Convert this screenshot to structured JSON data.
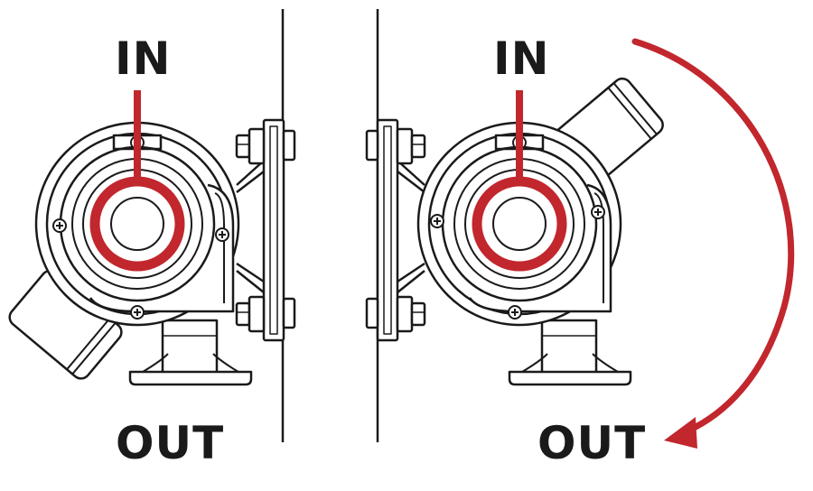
{
  "labels": {
    "left_in": "IN",
    "left_out": "OUT",
    "right_in": "IN",
    "right_out": "OUT"
  },
  "colors": {
    "line": "#1a1a1a",
    "accent": "#c1272d",
    "background": "#ffffff"
  }
}
